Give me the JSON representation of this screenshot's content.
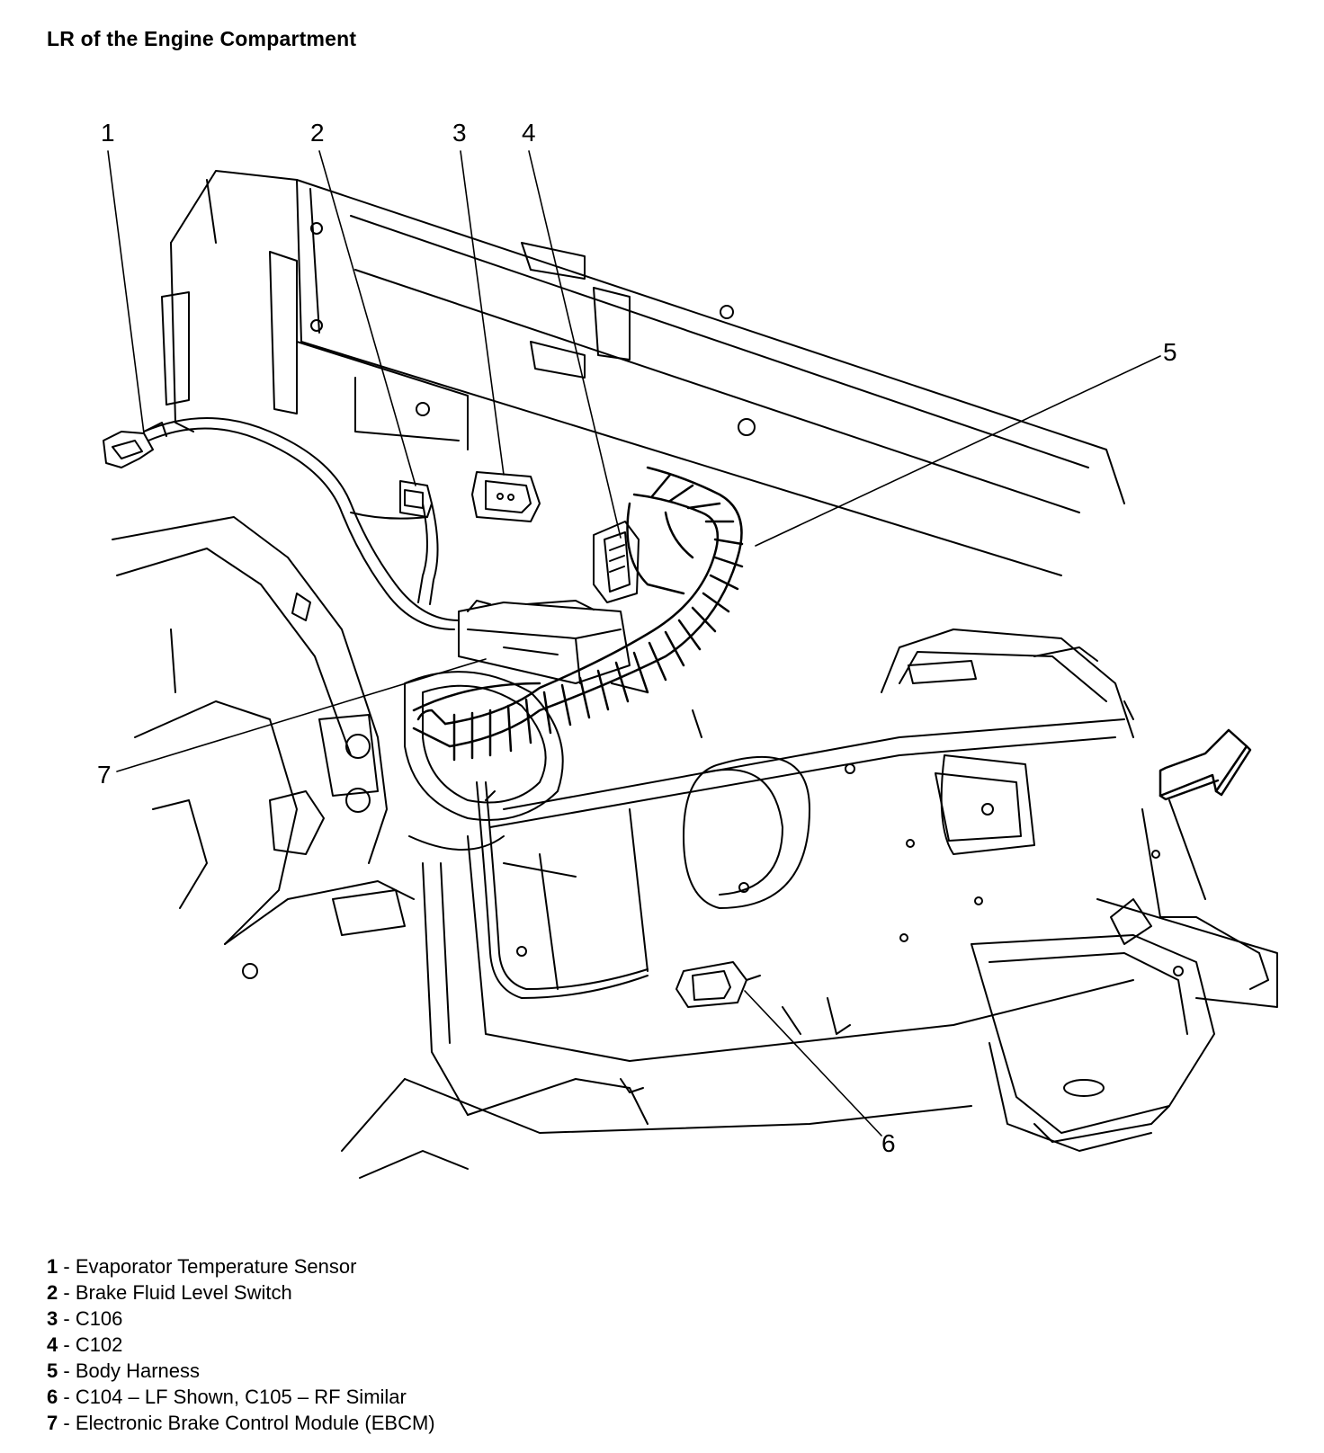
{
  "title": "LR of the Engine Compartment",
  "callouts": [
    {
      "number": "1"
    },
    {
      "number": "2"
    },
    {
      "number": "3"
    },
    {
      "number": "4"
    },
    {
      "number": "5"
    },
    {
      "number": "6"
    },
    {
      "number": "7"
    }
  ],
  "legend": [
    {
      "number": "1",
      "separator": " - ",
      "text": "Evaporator Temperature Sensor"
    },
    {
      "number": "2",
      "separator": " - ",
      "text": "Brake Fluid Level Switch"
    },
    {
      "number": "3",
      "separator": " - ",
      "text": "C106"
    },
    {
      "number": "4",
      "separator": " - ",
      "text": "C102"
    },
    {
      "number": "5",
      "separator": " - ",
      "text": "Body Harness"
    },
    {
      "number": "6",
      "separator": " - ",
      "text": "C104 – LF Shown, C105 – RF Similar"
    },
    {
      "number": "7",
      "separator": " - ",
      "text": "Electronic Brake Control Module (EBCM)"
    }
  ]
}
